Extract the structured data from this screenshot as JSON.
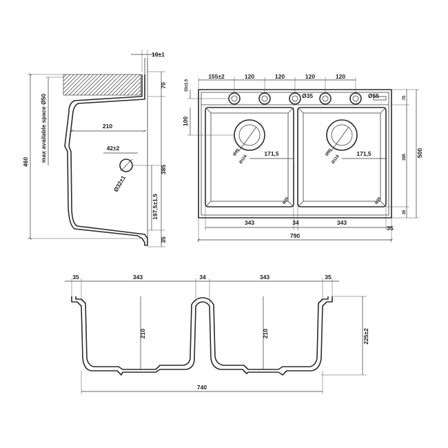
{
  "side_view": {
    "top_offset": "10±1",
    "rim": "70",
    "height_total": "460",
    "depth": "385",
    "outlet_height": "197,5±1,5",
    "bottom": "35",
    "reach": "210",
    "outlet_dia": "42±2",
    "outlet_radius": "Ø32±1",
    "max_space_note": "max available space Ø50"
  },
  "top_view": {
    "tap_spacings": [
      "155±2",
      "120",
      "120",
      "120",
      "120"
    ],
    "tap_hole_left": "Ø35",
    "tap_hole_right": "Ø55",
    "tap_row_offset": "33±1,5",
    "drain_offset_top": "100",
    "drain_offset_side": "171,5",
    "drain_inner": "Ø90",
    "drain_outer": "Ø116",
    "corner_radius": "R35",
    "bowl_width": "343",
    "bridge": "34",
    "rim_right": "35",
    "width_total": "790",
    "right_rim_top": "70",
    "depth_inner": "395",
    "depth_total": "500",
    "rim_bottom": "35"
  },
  "front_view": {
    "rim_left": "35",
    "bowl_left": "343",
    "bridge": "34",
    "bowl_right": "343",
    "rim_right": "35",
    "bowl_depth_left": "210",
    "bowl_depth_right": "210",
    "height_total": "225±2",
    "width_total": "740"
  }
}
